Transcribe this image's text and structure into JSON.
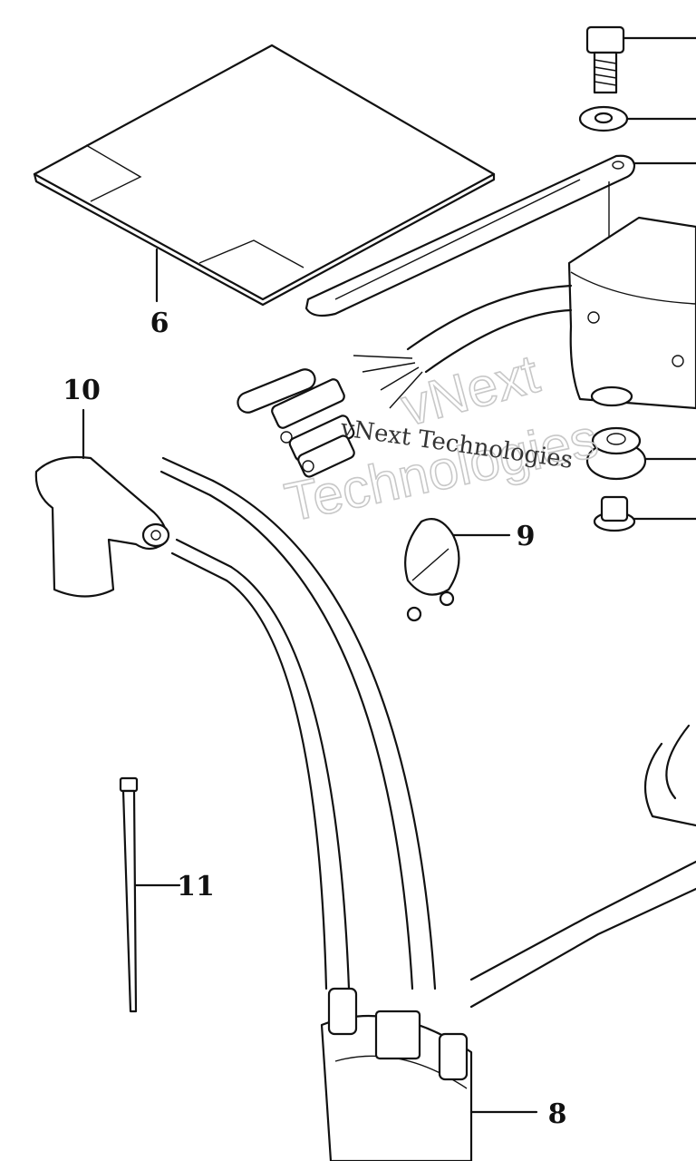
{
  "diagram": {
    "labels": {
      "part_6": "6",
      "part_8": "8",
      "part_9": "9",
      "part_10": "10",
      "part_11": "11"
    },
    "watermark": {
      "line_small": "vNext Technologies",
      "line_big_1": "vNext",
      "line_big_2": "Technologies"
    }
  }
}
